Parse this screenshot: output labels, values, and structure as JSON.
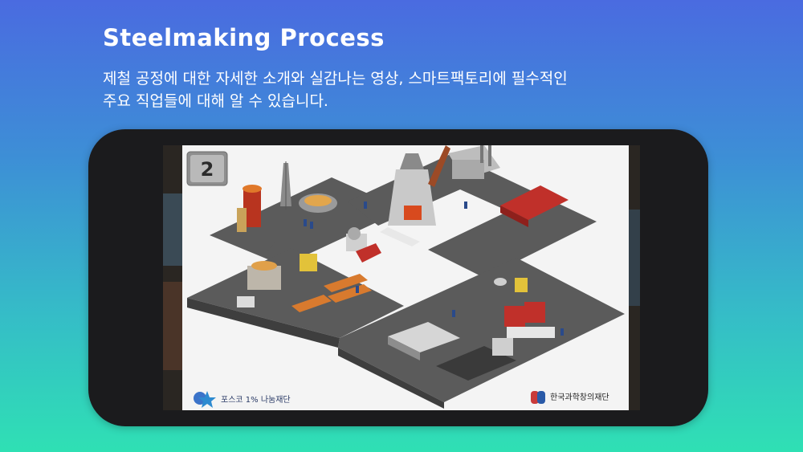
{
  "header": {
    "title": "Steelmaking Process",
    "description_line1": "제철 공정에 대한 자세한 소개와 실감나는 영상, 스마트팩토리에 필수적인",
    "description_line2": "주요 직업들에 대해 알 수 있습니다."
  },
  "screen": {
    "step_badge": "2",
    "sponsor_left": "포스코 1% 나눔재단",
    "sponsor_right": "한국과학창의재단"
  },
  "colors": {
    "gradient_top": "#4a6be0",
    "gradient_bottom": "#2fe0b4",
    "phone_frame": "#1b1b1d",
    "factory_floor": "#5b5b5b",
    "accent_red": "#c0302a"
  }
}
